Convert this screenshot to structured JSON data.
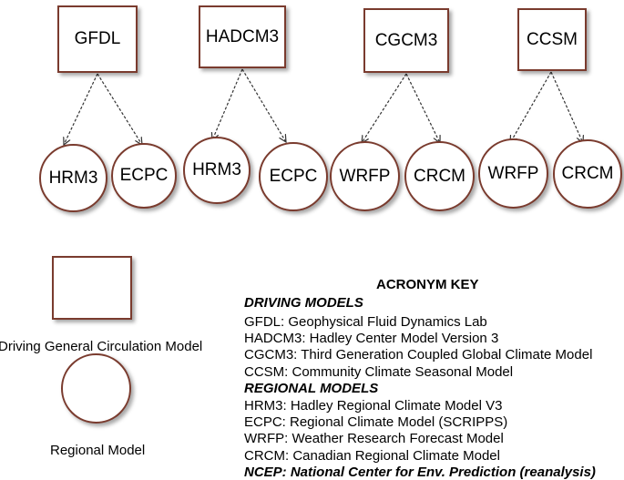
{
  "gcms": [
    {
      "label": "GFDL",
      "rcms": [
        "HRM3",
        "ECPC"
      ]
    },
    {
      "label": "HADCM3",
      "rcms": [
        "HRM3",
        "ECPC"
      ]
    },
    {
      "label": "CGCM3",
      "rcms": [
        "WRFP",
        "CRCM"
      ]
    },
    {
      "label": "CCSM",
      "rcms": [
        "WRFP",
        "CRCM"
      ]
    }
  ],
  "legend": {
    "box_label": "Driving General Circulation Model",
    "circle_label": "Regional Model"
  },
  "acronym_key": {
    "title": "ACRONYM KEY",
    "driving_heading": "DRIVING MODELS",
    "driving": [
      "GFDL: Geophysical Fluid Dynamics Lab",
      "HADCM3:  Hadley Center Model Version 3",
      "CGCM3: Third Generation Coupled Global Climate Model",
      "CCSM: Community Climate Seasonal Model"
    ],
    "regional_heading": "REGIONAL MODELS",
    "regional": [
      "HRM3: Hadley Regional Climate Model V3",
      "ECPC: Regional Climate Model (SCRIPPS)",
      "WRFP: Weather Research Forecast Model",
      "CRCM: Canadian Regional Climate Model"
    ],
    "footer": "NCEP: National Center for Env. Prediction (reanalysis)"
  },
  "colors": {
    "outline": "#7a3b2e",
    "arrow": "#333333"
  }
}
